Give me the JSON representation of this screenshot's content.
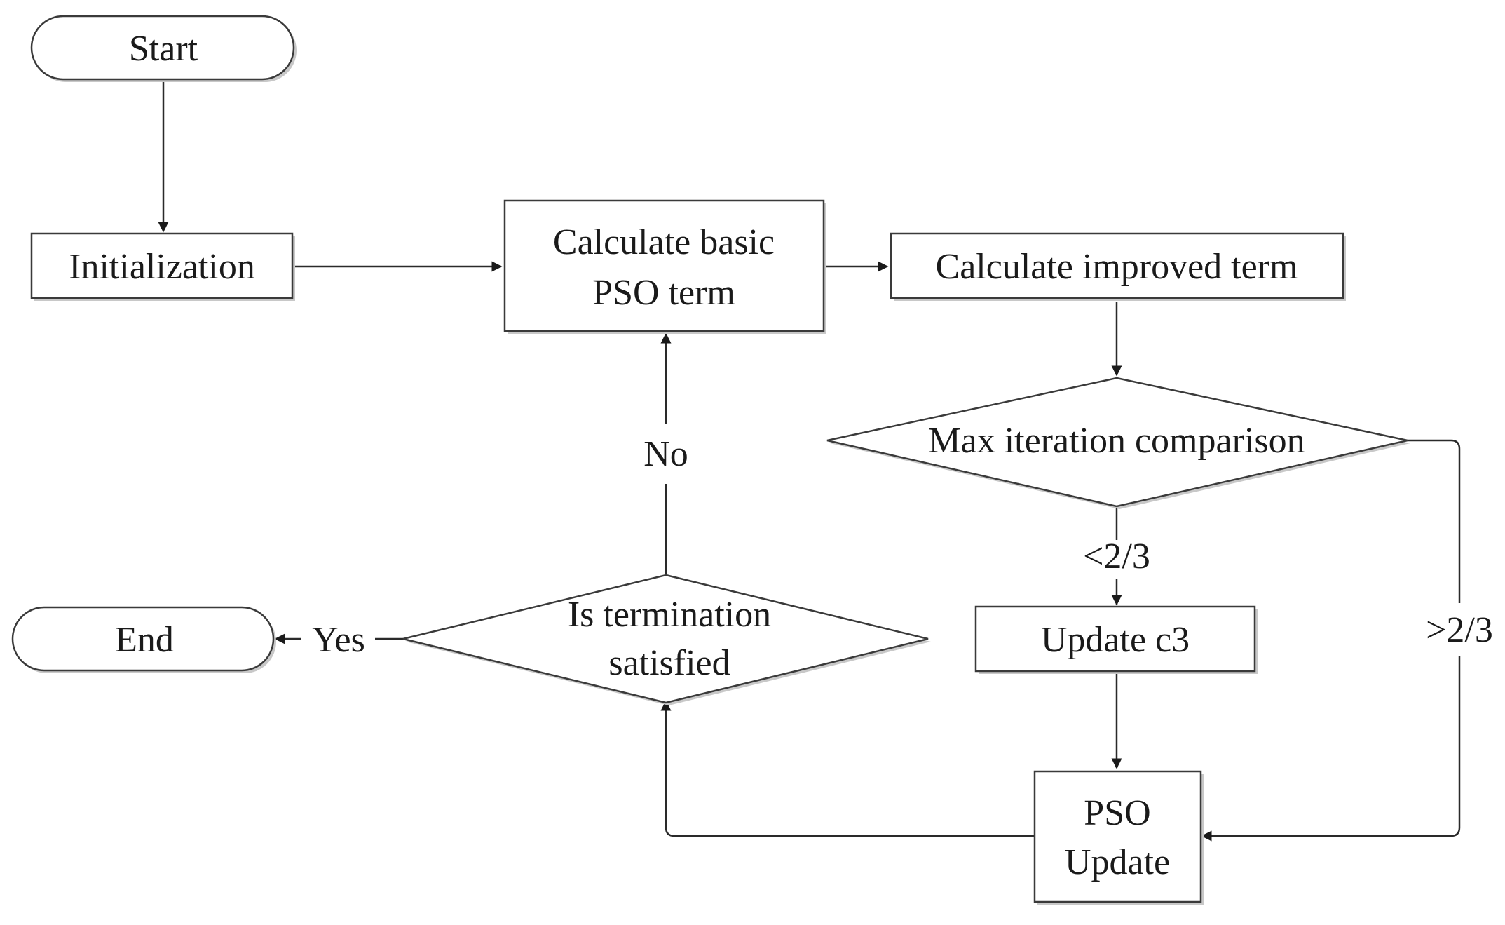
{
  "diagram": {
    "type": "flowchart",
    "nodes": {
      "start": {
        "shape": "terminator",
        "label": "Start"
      },
      "init": {
        "shape": "process",
        "label": "Initialization"
      },
      "basic": {
        "shape": "process",
        "label_line1": "Calculate basic",
        "label_line2": "PSO term"
      },
      "improved": {
        "shape": "process",
        "label": "Calculate improved term"
      },
      "maxiter": {
        "shape": "decision",
        "label": "Max iteration comparison"
      },
      "updatec3": {
        "shape": "process",
        "label": "Update c3"
      },
      "psoupdate": {
        "shape": "process",
        "label_line1": "PSO",
        "label_line2": "Update"
      },
      "termination": {
        "shape": "decision",
        "label_line1": "Is termination",
        "label_line2": "satisfied"
      },
      "end": {
        "shape": "terminator",
        "label": "End"
      }
    },
    "edges": {
      "no": "No",
      "yes": "Yes",
      "less": "<2/3",
      "greater": ">2/3"
    }
  }
}
